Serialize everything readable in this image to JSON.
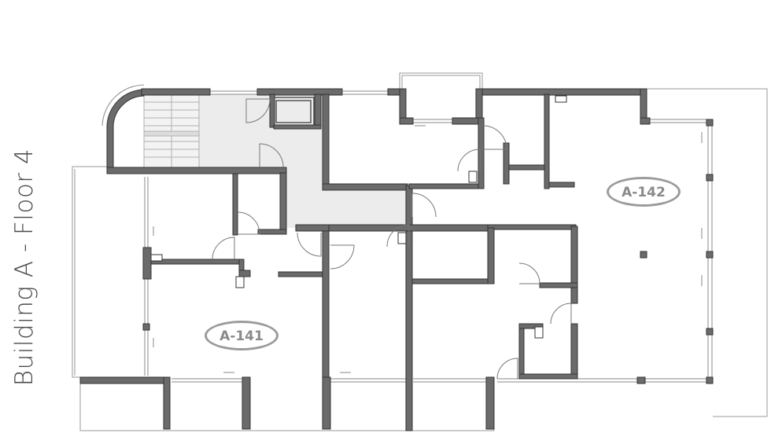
{
  "title": "Building A - Floor 4",
  "units": [
    {
      "id": "A-141"
    },
    {
      "id": "A-142"
    }
  ],
  "colors": {
    "wall": "#6b6b6b",
    "wall_outline": "#333333",
    "corridor_fill": "#ececec",
    "label_text": "#8a8a8a",
    "label_ring": "#9b9b9b",
    "title_text": "#4a4a4a"
  }
}
